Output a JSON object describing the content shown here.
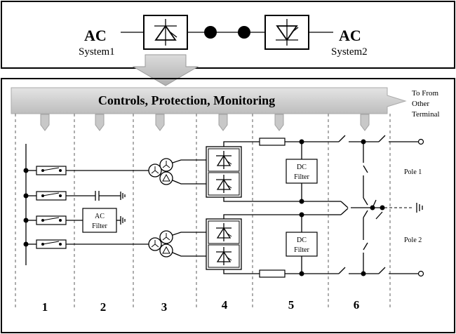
{
  "top": {
    "left_ac": "AC",
    "left_system": "System1",
    "right_ac": "AC",
    "right_system": "System2"
  },
  "controls_label": "Controls, Protection, Monitoring",
  "terminal_label": [
    "To From",
    "Other",
    "Terminal"
  ],
  "filters": {
    "ac_filter": [
      "AC",
      "Filter"
    ],
    "dc_filter_top": [
      "DC",
      "Filter"
    ],
    "dc_filter_bottom": [
      "DC",
      "Filter"
    ]
  },
  "poles": {
    "pole1": "Pole 1",
    "pole2": "Pole 2"
  },
  "columns": [
    "1",
    "2",
    "3",
    "4",
    "5",
    "6"
  ]
}
